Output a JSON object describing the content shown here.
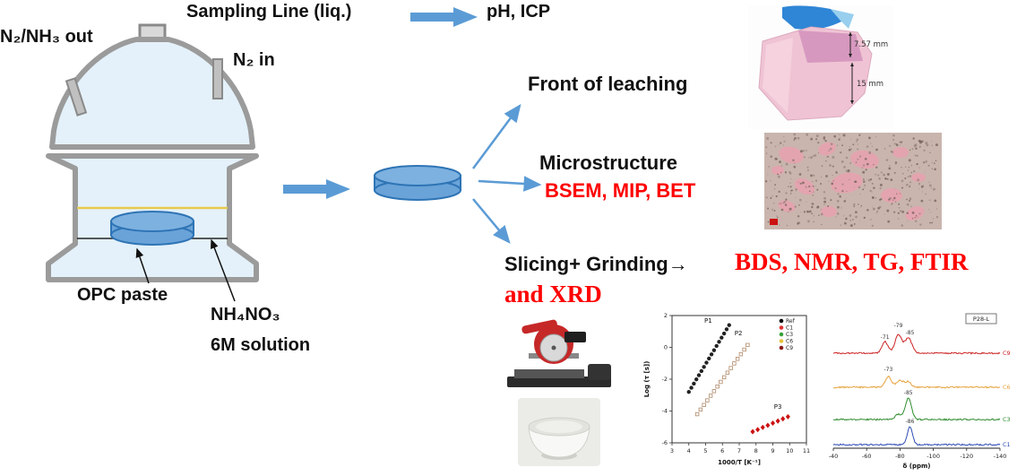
{
  "colors": {
    "arrow_blue": "#5B9BD5",
    "accent_red": "#FF0000"
  },
  "labels": {
    "sampling_line": "Sampling Line (liq.)",
    "ph_icp": "pH, ICP",
    "n2_nh3_out": "N₂/NH₃ out",
    "n2_in": "N₂ in",
    "opc_paste": "OPC paste",
    "nh4no3": "NH₄NO₃",
    "solution_6m": "6M solution",
    "front_of_leaching": "Front of leaching",
    "microstructure": "Microstructure",
    "techniques_micro": "BSEM, MIP, BET",
    "slicing_grinding": "Slicing+ Grinding→",
    "techniques_bulk_1": "BDS, NMR, TG, FTIR",
    "techniques_bulk_2": "and XRD"
  },
  "photo_leach": {
    "dim_top": "7.57 mm",
    "dim_bottom": "15 mm"
  },
  "chart_data": [
    {
      "id": "bds",
      "type": "scatter",
      "title": "",
      "xlabel": "1000/T [K⁻¹]",
      "ylabel": "Log (τ [s])",
      "xlim": [
        3,
        11
      ],
      "ylim": [
        -6,
        2
      ],
      "xticks": [
        3,
        4,
        5,
        6,
        7,
        8,
        9,
        10,
        11
      ],
      "yticks": [
        2,
        0,
        -2,
        -4,
        -6
      ],
      "legend": [
        {
          "label": "Ref",
          "color": "#000000"
        },
        {
          "label": "C1",
          "color": "#e03030"
        },
        {
          "label": "C3",
          "color": "#3aa03a"
        },
        {
          "label": "C6",
          "color": "#e6c23c"
        },
        {
          "label": "C9",
          "color": "#8b1a1a"
        }
      ],
      "annotations": [
        {
          "text": "P1",
          "x": 5.15,
          "y": 1.55
        },
        {
          "text": "P2",
          "x": 6.95,
          "y": 0.75
        },
        {
          "text": "P3",
          "x": 9.3,
          "y": -3.85
        }
      ],
      "series": [
        {
          "name": "P1",
          "marker": "circle",
          "fill": true,
          "color": "#222222",
          "x": [
            4.0,
            4.15,
            4.3,
            4.45,
            4.6,
            4.75,
            4.9,
            5.05,
            5.2,
            5.35,
            5.5,
            5.65,
            5.8,
            5.95,
            6.1,
            6.25,
            6.4
          ],
          "y": [
            -2.8,
            -2.54,
            -2.28,
            -2.01,
            -1.75,
            -1.49,
            -1.23,
            -0.96,
            -0.7,
            -0.44,
            -0.18,
            0.09,
            0.35,
            0.61,
            0.87,
            1.14,
            1.4
          ]
        },
        {
          "name": "P2",
          "marker": "square",
          "fill": false,
          "color": "#b08968",
          "x": [
            4.5,
            4.7,
            4.9,
            5.1,
            5.3,
            5.5,
            5.7,
            5.9,
            6.1,
            6.3,
            6.5,
            6.7,
            6.9,
            7.1,
            7.3,
            7.5
          ],
          "y": [
            -4.2,
            -3.91,
            -3.62,
            -3.33,
            -3.04,
            -2.75,
            -2.46,
            -2.17,
            -1.88,
            -1.59,
            -1.3,
            -1.01,
            -0.72,
            -0.43,
            -0.14,
            0.15
          ]
        },
        {
          "name": "P3",
          "marker": "diamond",
          "fill": true,
          "color": "#cc1111",
          "x": [
            7.8,
            8.1,
            8.4,
            8.7,
            9.0,
            9.3,
            9.6,
            9.9
          ],
          "y": [
            -5.3,
            -5.17,
            -5.03,
            -4.9,
            -4.76,
            -4.63,
            -4.49,
            -4.36
          ]
        }
      ]
    },
    {
      "id": "nmr",
      "type": "line",
      "xlabel": "δ (ppm)",
      "xlim": [
        -40,
        -140
      ],
      "xticks": [
        -40,
        -60,
        -80,
        -100,
        -120,
        -140
      ],
      "box_label": "P28-L",
      "traces": [
        {
          "name": "C9",
          "color": "#cc2222",
          "baseline": 46,
          "peaks": [
            {
              "center": -71,
              "amp": 13,
              "width": 2.6
            },
            {
              "center": -79,
              "amp": 21,
              "width": 2.8
            },
            {
              "center": -85,
              "amp": 17,
              "width": 3.0
            }
          ],
          "labels": [
            {
              "text": "-71",
              "x": -71,
              "y": 30
            },
            {
              "text": "-79",
              "x": -79,
              "y": 17
            },
            {
              "text": "-85",
              "x": -86,
              "y": 25
            }
          ]
        },
        {
          "name": "C6",
          "color": "#e6a23c",
          "baseline": 84,
          "peaks": [
            {
              "center": -73,
              "amp": 12,
              "width": 2.6
            },
            {
              "center": -80,
              "amp": 8,
              "width": 2.8
            },
            {
              "center": -85,
              "amp": 6,
              "width": 2.5
            }
          ],
          "labels": [
            {
              "text": "-73",
              "x": -73,
              "y": 66
            }
          ]
        },
        {
          "name": "C3",
          "color": "#2e8b2e",
          "baseline": 120,
          "peaks": [
            {
              "center": -85,
              "amp": 24,
              "width": 2.6
            },
            {
              "center": -79,
              "amp": 6,
              "width": 2.4
            }
          ],
          "labels": [
            {
              "text": "-85",
              "x": -85,
              "y": 92
            }
          ]
        },
        {
          "name": "C1",
          "color": "#2e4bb5",
          "baseline": 148,
          "peaks": [
            {
              "center": -86,
              "amp": 20,
              "width": 2.2
            }
          ],
          "labels": [
            {
              "text": "-86",
              "x": -86,
              "y": 124
            }
          ]
        }
      ]
    }
  ]
}
